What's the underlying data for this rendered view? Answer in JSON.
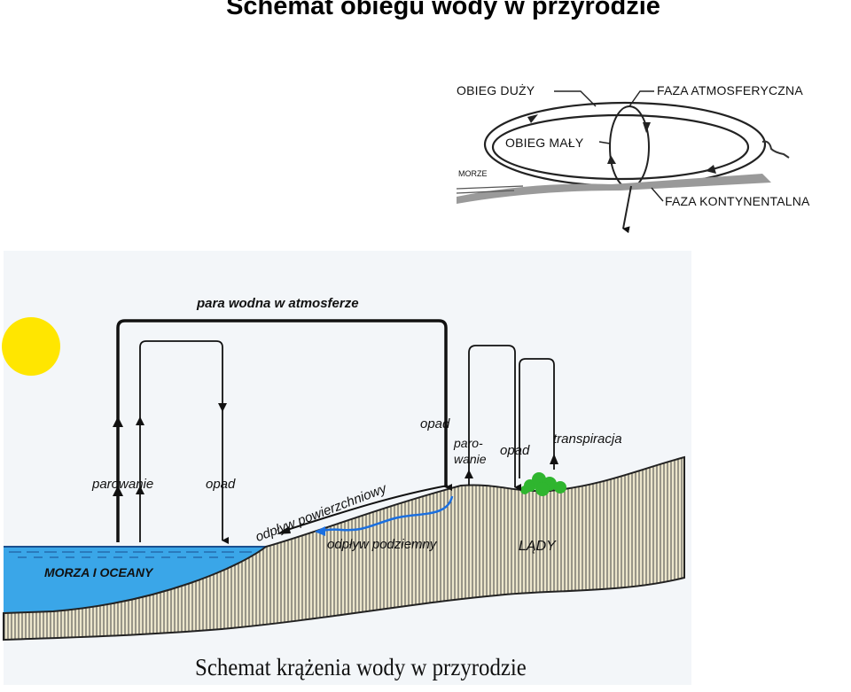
{
  "title": "Schemat obiegu wody w przyrodzie",
  "cycle_inset": {
    "obieg_duzy": "OBIEG DUŻY",
    "faza_atmosferyczna": "FAZA ATMOSFERYCZNA",
    "obieg_maly": "OBIEG MAŁY",
    "morze": "MORZE",
    "faza_kontynentalna": "FAZA KONTYNENTALNA"
  },
  "diagram": {
    "para_wodna": "para wodna w atmosferze",
    "parowanie_sea": "parowanie",
    "opad_sea": "opad",
    "opad_land": "opad",
    "parowanie_land_1": "paro-",
    "parowanie_land_2": "wanie",
    "opad_plant": "opad",
    "transpiracja": "transpiracja",
    "odplyw_powierzchniowy": "odpływ powierzchniowy",
    "odplyw_podziemny": "odpływ podziemny",
    "lady": "LĄDY",
    "morza": "MORZA I OCEANY"
  },
  "caption": "Schemat krążenia wody w przyrodzie",
  "colors": {
    "sun": "#ffe600",
    "sea": "#3aa6e8",
    "land": "#e8e2c8",
    "sky": "#f3f6f9",
    "plant": "#2fb52f",
    "underground_flow": "#1a6fe0"
  }
}
